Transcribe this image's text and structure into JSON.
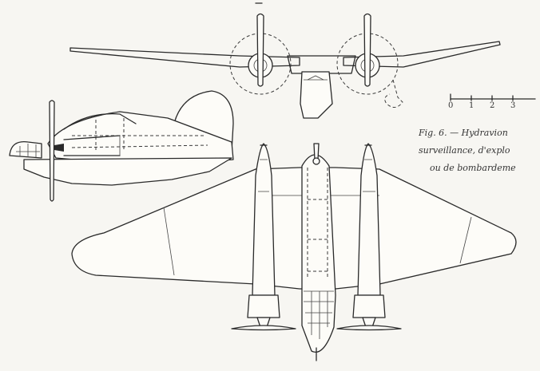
{
  "figure": {
    "caption_lines": [
      "Fig. 6. — Hydravion",
      "surveillance, d'explo",
      "ou de bombardeme"
    ],
    "scale_labels": [
      "0",
      "1",
      "2",
      "3"
    ]
  }
}
